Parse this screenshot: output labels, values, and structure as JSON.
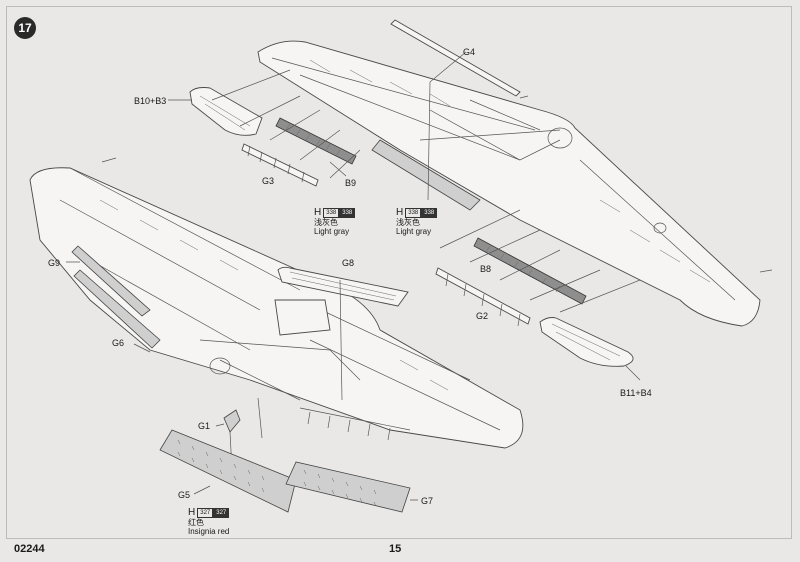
{
  "step": {
    "number": "17"
  },
  "parts": {
    "g4": "G4",
    "b10_b3": "B10+B3",
    "g3": "G3",
    "b9": "B9",
    "g9": "G9",
    "g8": "G8",
    "b8": "B8",
    "g2": "G2",
    "g6": "G6",
    "b11_b4": "B11+B4",
    "g1": "G1",
    "g5": "G5",
    "g7": "G7"
  },
  "paints": {
    "light_gray_1": {
      "prefix": "H",
      "code_a": "338",
      "code_b": "338",
      "name_zh": "浅灰色",
      "name_en": "Light gray"
    },
    "light_gray_2": {
      "prefix": "H",
      "code_a": "338",
      "code_b": "338",
      "name_zh": "浅灰色",
      "name_en": "Light gray"
    },
    "insignia_red": {
      "prefix": "H",
      "code_a": "327",
      "code_b": "327",
      "name_zh": "红色",
      "name_en": "Insignia red"
    }
  },
  "footer": {
    "product_code": "02244",
    "page_number": "15"
  }
}
